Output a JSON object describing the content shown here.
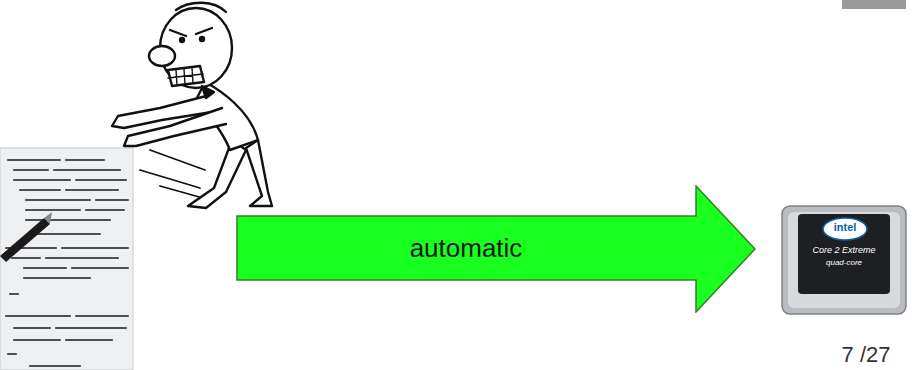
{
  "diagram": {
    "nodes": [
      {
        "text": [
          "automatic"
        ]
      }
    ],
    "labels": [
      "intel",
      "Core 2 Extreme",
      "quad-core",
      "7 /27"
    ]
  }
}
